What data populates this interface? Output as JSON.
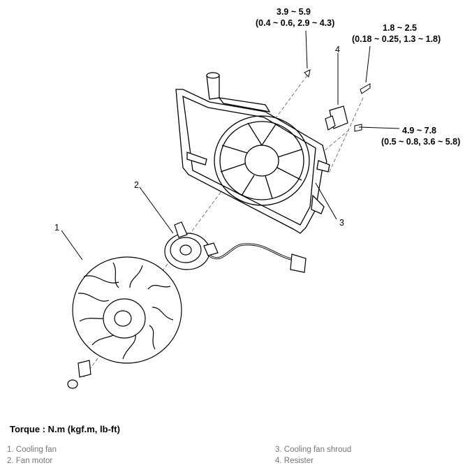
{
  "torques": {
    "top_bolt": {
      "range": "3.9 ~ 5.9",
      "detail": "(0.4 ~ 0.6, 2.9 ~ 4.3)"
    },
    "resister_bolt": {
      "range": "1.8 ~ 2.5",
      "detail": "(0.18 ~ 0.25, 1.3 ~ 1.8)"
    },
    "side_bolt": {
      "range": "4.9 ~ 7.8",
      "detail": "(0.5 ~ 0.8, 3.6 ~ 5.8)"
    }
  },
  "callouts": {
    "c1": "1",
    "c2": "2",
    "c3": "3",
    "c4": "4"
  },
  "torque_header": "Torque : N.m (kgf.m, lb-ft)",
  "legend": {
    "left": [
      "1. Cooling fan",
      "2. Fan motor"
    ],
    "right": [
      "3. Cooling fan shroud",
      "4. Resister"
    ]
  }
}
